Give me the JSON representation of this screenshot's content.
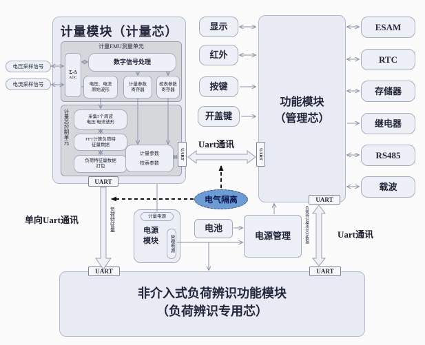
{
  "colors": {
    "module_fill": "#e9ebf4",
    "panel_fill": "#d6d7db",
    "pill_fill": "#eef0f7",
    "isolation_fill": "#6d9bd3",
    "isolation_text": "#0e1c55",
    "arrow_stroke": "#98a0b2",
    "dashed_arrow": "#111111"
  },
  "labels": {
    "uart": "UART",
    "uart_comm": "Uart通讯",
    "uart_comm_right": "Uart通讯",
    "uart_comm_one_way": "单向Uart通讯"
  },
  "metering_module": {
    "title": "计量模块（计量芯）",
    "measure_unit": {
      "title": "计量EMU测量单元",
      "adc_l1": "Σ-Δ",
      "adc_l2": "ADC",
      "dsp": "数字信号处理",
      "reg1_l1": "电压、电流",
      "reg1_l2": "原始波形",
      "reg2_l1": "计量参数",
      "reg2_l2": "寄存器",
      "reg3_l1": "校表参数",
      "reg3_l2": "寄存器"
    },
    "control_unit": {
      "title": "计量芯控制单元",
      "step1_l1": "采集5个周波",
      "step1_l2": "电压/电流波形",
      "step2_l1": "FFT计算负荷特",
      "step2_l2": "征量数据",
      "step3_l1": "负荷特征量数据",
      "step3_l2": "打包",
      "param_l1": "计量参数",
      "param_l2": "校表参数"
    }
  },
  "inputs": [
    {
      "label": "电压采样信号"
    },
    {
      "label": "电流采样信号"
    }
  ],
  "mid_peripherals": [
    {
      "label": "显示"
    },
    {
      "label": "红外"
    },
    {
      "label": "按键"
    },
    {
      "label": "开盖键"
    }
  ],
  "function_module": {
    "title_l1": "功能模块",
    "title_l2": "（管理芯）"
  },
  "right_peripherals": [
    {
      "label": "ESAM"
    },
    {
      "label": "RTC"
    },
    {
      "label": "存储器"
    },
    {
      "label": "继电器"
    },
    {
      "label": "RS485"
    },
    {
      "label": "载波"
    }
  ],
  "isolation_label": "电气隔离",
  "left_channel": {
    "vertical_label": "负荷特征量"
  },
  "right_channel": {
    "vertical_label": "负荷辨识模块交互数据"
  },
  "power_module": {
    "title_l1": "电源",
    "title_l2": "模块",
    "top_pill": "计量电源",
    "side_pill": "管理电源"
  },
  "battery_label": "电池",
  "power_mgmt_label": "电源管理",
  "bottom_module": {
    "title_l1": "非介入式负荷辨识功能模块",
    "title_l2": "（负荷辨识专用芯）"
  }
}
